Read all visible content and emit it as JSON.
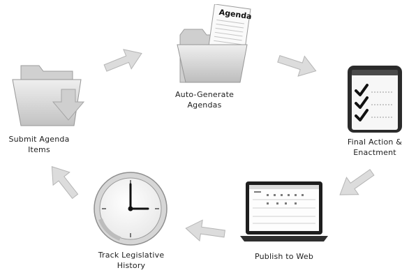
{
  "colors": {
    "arrow_fill": "#dcdcdc",
    "arrow_stroke": "#b5b5b5",
    "folder": "#d9d9d9",
    "clipboard": "#2b2b2b",
    "check": "#111111"
  },
  "steps": {
    "auto_generate": {
      "line1": "Auto-Generate",
      "line2": "Agendas",
      "document_title": "Agenda",
      "icon": "folder-with-agenda-icon"
    },
    "final_action": {
      "line1": "Final Action &",
      "line2": "Enactment",
      "icon": "checklist-clipboard-icon"
    },
    "publish": {
      "line1": "Publish to Web",
      "icon": "laptop-icon"
    },
    "track": {
      "line1": "Track Legislative",
      "line2": "History",
      "icon": "clock-icon"
    },
    "submit": {
      "line1": "Submit Agenda",
      "line2": "Items",
      "icon": "folder-download-icon"
    }
  }
}
